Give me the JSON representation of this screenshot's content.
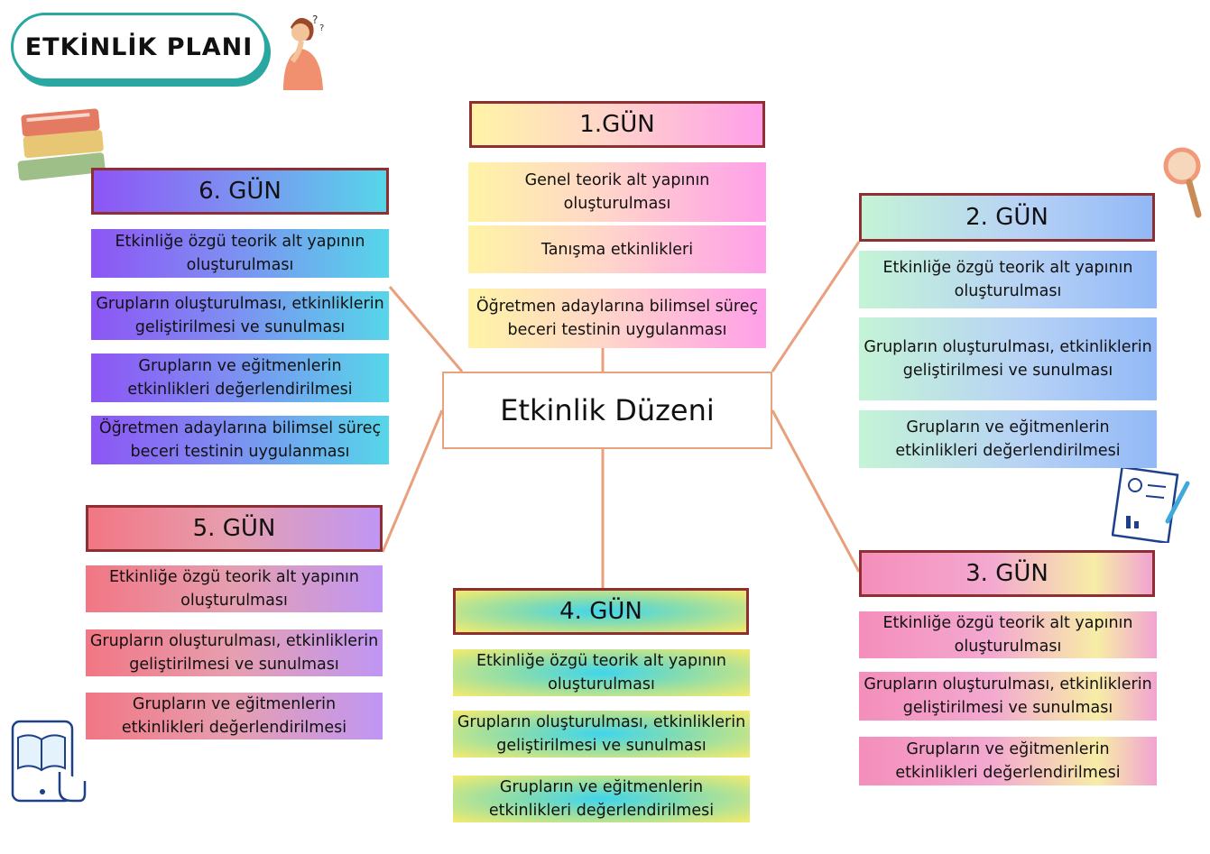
{
  "title": "ETKİNLİK PLANI",
  "center": "Etkinlik Düzeni",
  "days": {
    "d1": {
      "header": "1.GÜN",
      "items": [
        "Genel teorik alt yapının oluşturulması",
        "Tanışma etkinlikleri",
        "Öğretmen adaylarına bilimsel süreç beceri testinin uygulanması"
      ]
    },
    "d2": {
      "header": "2. GÜN",
      "items": [
        "Etkinliğe özgü teorik alt yapının oluşturulması",
        "Grupların oluşturulması, etkinliklerin geliştirilmesi ve sunulması",
        "Grupların ve eğitmenlerin etkinlikleri değerlendirilmesi"
      ]
    },
    "d3": {
      "header": "3. GÜN",
      "items": [
        "Etkinliğe özgü teorik alt yapının oluşturulması",
        "Grupların oluşturulması, etkinliklerin geliştirilmesi ve sunulması",
        "Grupların ve eğitmenlerin etkinlikleri değerlendirilmesi"
      ]
    },
    "d4": {
      "header": "4. GÜN",
      "items": [
        "Etkinliğe özgü teorik alt yapının oluşturulması",
        "Grupların oluşturulması, etkinliklerin geliştirilmesi ve sunulması",
        "Grupların ve eğitmenlerin etkinlikleri değerlendirilmesi"
      ]
    },
    "d5": {
      "header": "5. GÜN",
      "items": [
        "Etkinliğe özgü teorik alt yapının oluşturulması",
        "Grupların oluşturulması, etkinliklerin geliştirilmesi ve sunulması",
        "Grupların ve eğitmenlerin etkinlikleri değerlendirilmesi"
      ]
    },
    "d6": {
      "header": "6. GÜN",
      "items": [
        "Etkinliğe özgü teorik alt yapının oluşturulması",
        "Grupların oluşturulması, etkinliklerin geliştirilmesi ve sunulması",
        "Grupların ve eğitmenlerin etkinlikleri değerlendirilmesi",
        "Öğretmen adaylarına bilimsel süreç beceri testinin uygulanması"
      ]
    }
  },
  "icons": [
    "thinking-woman-icon",
    "books-icon",
    "magnifier-icon",
    "report-icon",
    "tablet-reading-icon"
  ],
  "colors": {
    "title_border": "#2aa7a0",
    "header_border": "#8d2f33",
    "connector": "#e9a07c"
  }
}
